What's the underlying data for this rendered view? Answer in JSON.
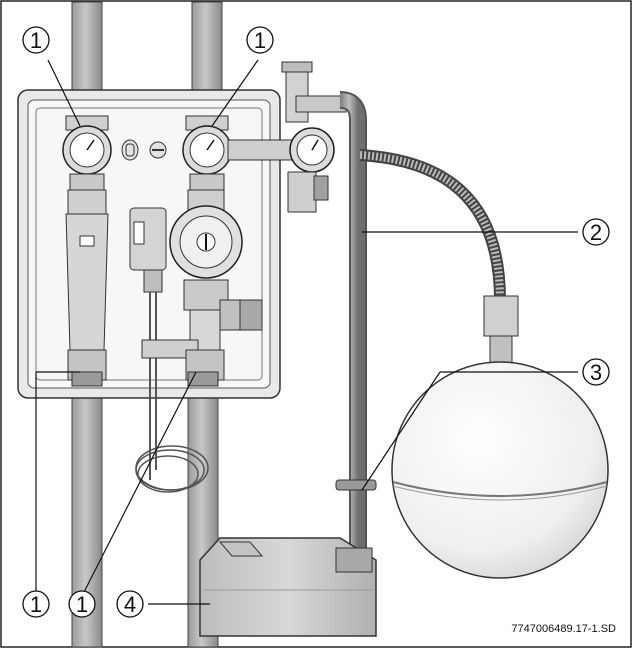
{
  "diagram": {
    "figure_code": "7747006489.17-1.SD",
    "callouts": [
      {
        "id": "c1a",
        "label": "1"
      },
      {
        "id": "c1b",
        "label": "1"
      },
      {
        "id": "c2",
        "label": "2"
      },
      {
        "id": "c3",
        "label": "3"
      },
      {
        "id": "c1c",
        "label": "1"
      },
      {
        "id": "c1d",
        "label": "1"
      },
      {
        "id": "c4",
        "label": "4"
      }
    ]
  }
}
